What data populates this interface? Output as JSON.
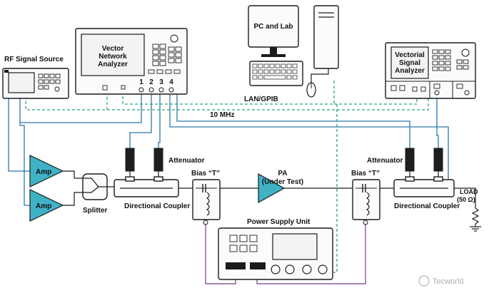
{
  "labels": {
    "rf_source": "RF Signal Source",
    "vna_line1": "Vector",
    "vna_line2": "Network",
    "vna_line3": "Analyzer",
    "pc": "PC and Lab",
    "vsa_line1": "Vectorial",
    "vsa_line2": "Signal",
    "vsa_line3": "Analyzer",
    "lan_gpib": "LAN/GPIB",
    "ten_mhz": "10 MHz",
    "port1": "1",
    "port2": "2",
    "port3": "3",
    "port4": "4",
    "amp_top": "Amp",
    "amp_bottom": "Amp",
    "splitter": "Splitter",
    "dir_coupler_left": "Directional Coupler",
    "dir_coupler_right": "Directional Coupler",
    "attenuator_left": "Attenuator",
    "attenuator_right": "Attenuator",
    "bias_t_left": "Bias “T”",
    "bias_t_right": "Bias “T”",
    "pa_line1": "PA",
    "pa_line2": "(Under Test)",
    "load_line1": "LOAD",
    "load_line2": "(50 Ω)",
    "psu": "Power Supply Unit",
    "watermark": "Tecworld"
  },
  "colors": {
    "rf_line": "#2a78a8",
    "ref_line": "#2aa37a",
    "dc_line": "#8a5a9a",
    "amp_fill": "#3fb2c6"
  }
}
